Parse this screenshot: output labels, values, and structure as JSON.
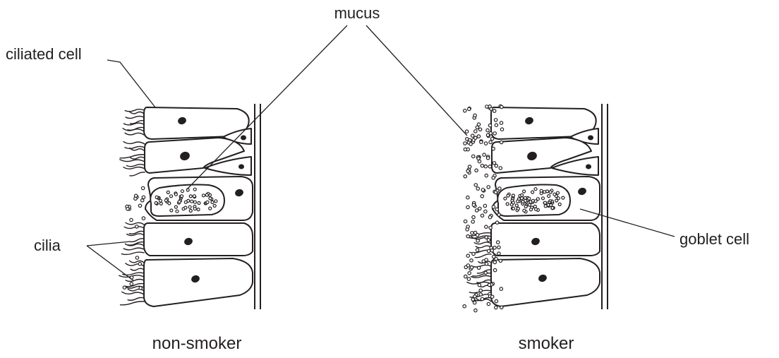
{
  "labels": {
    "mucus": "mucus",
    "ciliated_cell": "ciliated cell",
    "cilia": "cilia",
    "goblet_cell": "goblet cell"
  },
  "captions": {
    "left": "non-smoker",
    "right": "smoker"
  }
}
